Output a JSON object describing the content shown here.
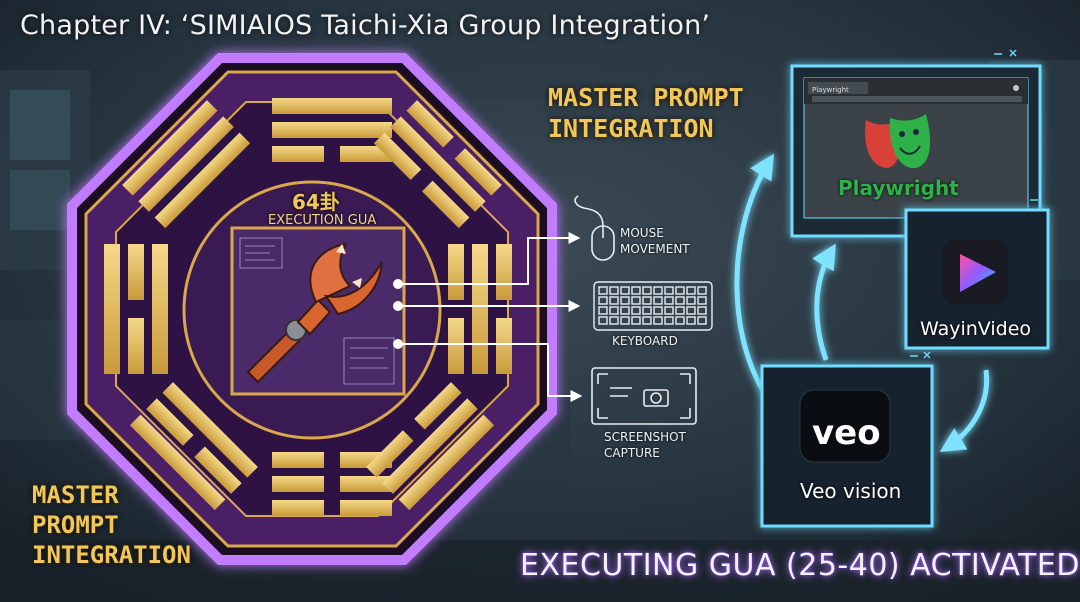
{
  "title": "Chapter IV: ‘SIMIAIOS Taichi-Xia Group Integration’",
  "labels": {
    "master_prompt_top": [
      "MASTER PROMPT",
      "INTEGRATION"
    ],
    "master_prompt_bottom": [
      "MASTER",
      "PROMPT",
      "INTEGRATION"
    ],
    "status": "EXECUTING GUA (25-40) ACTIVATED"
  },
  "bagua": {
    "count": "64卦",
    "panel_title": "EXECUTION GUA"
  },
  "inputs": [
    {
      "label_lines": [
        "MOUSE",
        "MOVEMENT"
      ],
      "icon": "mouse-icon"
    },
    {
      "label_lines": [
        "KEYBOARD"
      ],
      "icon": "keyboard-icon"
    },
    {
      "label_lines": [
        "SCREENSHOT",
        "CAPTURE"
      ],
      "icon": "screenshot-icon"
    }
  ],
  "apps": {
    "playwright": {
      "name": "Playwright",
      "tab": "Playwright",
      "icon": "theater-masks-icon"
    },
    "wayinvideo": {
      "name": "WayinVideo",
      "icon": "wayinvideo-logo-icon"
    },
    "veo": {
      "name": "Veo vision",
      "logo_text": "veo",
      "icon": "veo-logo-icon"
    }
  },
  "colors": {
    "background": "#1d2a35",
    "gold": "#f2c75a",
    "purple_glow": "#b57cff",
    "cyan_glow": "#55d8ff",
    "playwright_green": "#2fb14a",
    "crab_orange": "#d9662e"
  }
}
